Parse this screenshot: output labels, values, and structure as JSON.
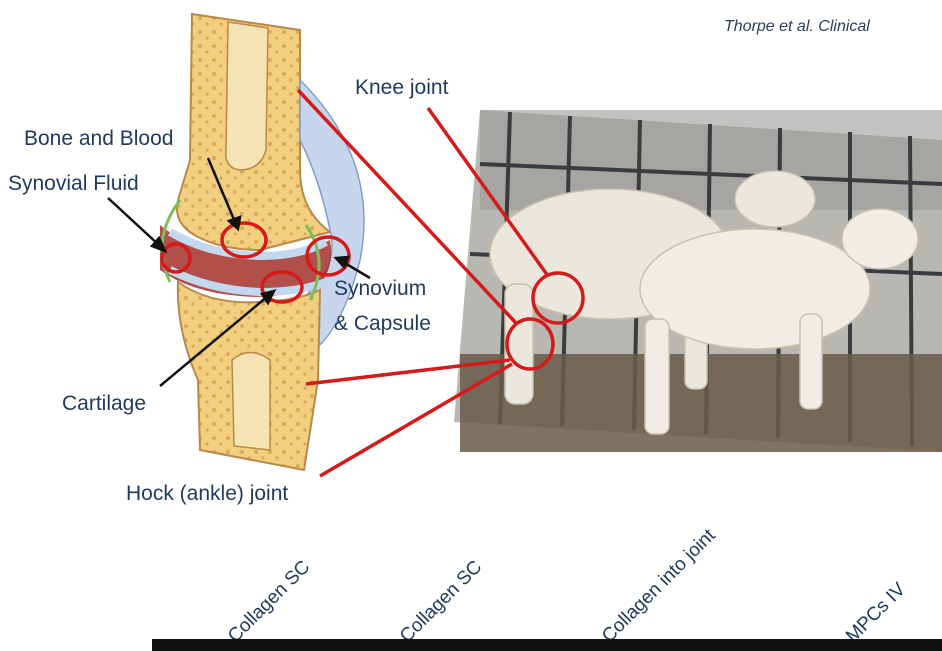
{
  "citation": "Thorpe et al. Clinical",
  "labels": {
    "knee_joint": "Knee joint",
    "bone_blood": "Bone and Blood",
    "synovial_fluid": "Synovial Fluid",
    "synovium_line1": "Synovium",
    "synovium_line2": "& Capsule",
    "cartilage": "Cartilage",
    "hock_joint": "Hock (ankle) joint"
  },
  "groups": [
    "Collagen SC",
    "Collagen SC",
    "Collagen into joint",
    "MPCs IV"
  ],
  "colors": {
    "annotation_red": "#d41a1a",
    "bone": "#f2cf7e",
    "text": "#1f3a5c"
  }
}
